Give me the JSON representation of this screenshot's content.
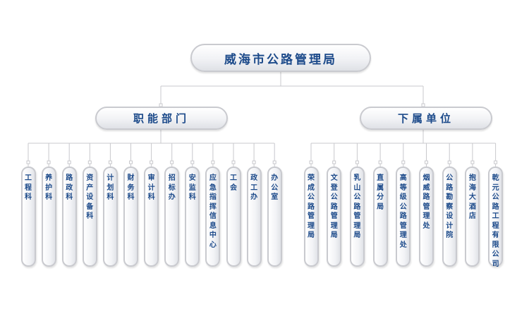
{
  "root": {
    "label": "威海市公路管理局"
  },
  "branches": [
    {
      "label": "职能部门",
      "items": [
        "工程科",
        "养护科",
        "路政科",
        "资产设备科",
        "计划科",
        "财务科",
        "审计科",
        "招标办",
        "安监科",
        "应急指挥信息中心",
        "工会",
        "政工办",
        "办公室"
      ]
    },
    {
      "label": "下属单位",
      "items": [
        "荣成公路管理局",
        "文登公路管理局",
        "乳山公路管理局",
        "直属分局",
        "高等级公路管理处",
        "烟威路管理处",
        "公路勘察设计院",
        "抱海大酒店",
        "乾元公路工程有限公司"
      ]
    }
  ],
  "colors": {
    "text": "#1c4a8a",
    "line": "#c8c8cc",
    "border": "#c9cacf"
  }
}
